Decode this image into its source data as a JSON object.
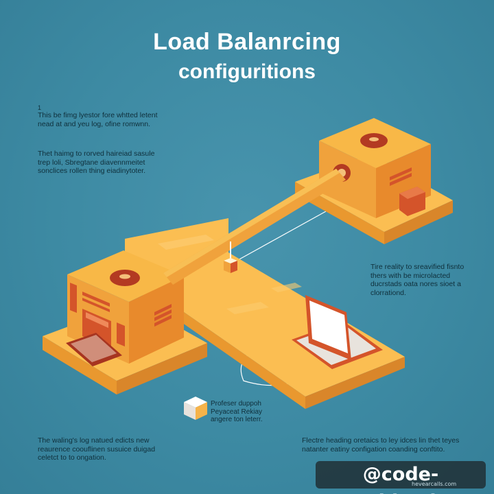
{
  "title": {
    "line1": "Load Balanrcing",
    "line2": "configuritions"
  },
  "notes": {
    "top_left_a": {
      "number": "1",
      "lines": [
        "This be fimg lyestor fore whtted letent",
        "nead at and yeu log, ofine romwnn."
      ]
    },
    "top_left_b": {
      "lines": [
        "Thet haimg to rorved haireiad sasule",
        "trep loli, Sbregtane diavennmeitet",
        "sonclices rollen thing eiadinytoter."
      ]
    },
    "right_mid": {
      "lines": [
        "Tire reality to sreavified fisnto",
        "thers with be microlacted",
        "ducrstads oata nores sioet a",
        "clorrationd."
      ]
    },
    "center_bottom": {
      "lines": [
        "Profeser duppoh",
        "Peyaceat Rekiay",
        "angere ton leterr."
      ]
    },
    "bottom_left": {
      "lines": [
        "The waling's log natued edicts new",
        "reaurence coouflinen susuice duigad",
        "celetct to to ongation."
      ]
    },
    "bottom_right": {
      "lines": [
        "Flectre heading oretaics to ley idces lin thet teyes",
        "natanter eatiny configation coanding conftito."
      ]
    }
  },
  "watermark": {
    "text": "@code-guide.vip",
    "credit": "hevearcalls.com"
  },
  "colors": {
    "background": "#3d8aa3",
    "platform": "#f6b34a",
    "box_top": "#f8b847",
    "box_left": "#f0a23c",
    "box_right": "#e88a2c",
    "accent": "#d4542a",
    "dark_red": "#b33a22"
  }
}
